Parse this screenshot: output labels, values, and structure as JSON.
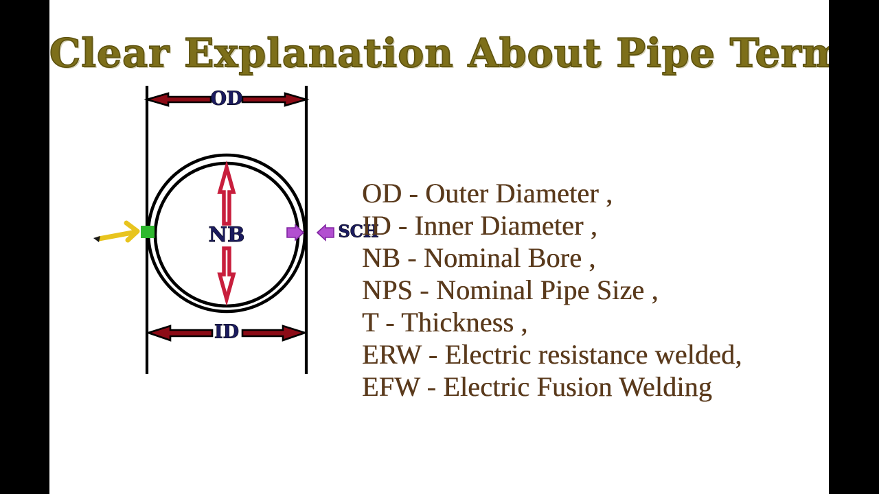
{
  "page": {
    "title": "Clear Explanation About Pipe Terms",
    "background_color": "#ffffff",
    "letterbox_color": "#000000",
    "title_color": "#7d6f1a"
  },
  "diagram": {
    "name": "pipe-cross-section-diagram",
    "colors": {
      "pipe_line": "#000000",
      "circle_outline": "#000000",
      "dimension_arrow_fill": "#8c0b16",
      "dimension_arrow_stroke": "#000000",
      "nb_arrow": "#c81e3c",
      "sch_arrow": "#9b30bb",
      "pointer_arrow": "#e8c41e",
      "wall_marker": "#2eb82e",
      "label_text": "#1b1b5e"
    },
    "labels": [
      {
        "id": "od",
        "text": "OD",
        "role": "outer-diameter-dimension"
      },
      {
        "id": "nb",
        "text": "NB",
        "role": "nominal-bore-dimension"
      },
      {
        "id": "sch",
        "text": "SCH",
        "role": "schedule-wall-thickness-callout"
      },
      {
        "id": "id",
        "text": "ID",
        "role": "inner-diameter-dimension"
      }
    ]
  },
  "legend": {
    "name": "pipe-terms-legend",
    "text_color": "#5a3a1c",
    "items": [
      {
        "abbr": "OD",
        "full": "Outer Diameter",
        "line": "OD - Outer Diameter ,"
      },
      {
        "abbr": "ID",
        "full": "Inner Diameter",
        "line": "ID - Inner Diameter ,"
      },
      {
        "abbr": "NB",
        "full": "Nominal Bore",
        "line": "NB - Nominal Bore ,"
      },
      {
        "abbr": "NPS",
        "full": "Nominal Pipe Size",
        "line": "NPS - Nominal Pipe Size ,"
      },
      {
        "abbr": "T",
        "full": "Thickness",
        "line": "T - Thickness ,"
      },
      {
        "abbr": "ERW",
        "full": "Electric resistance welded",
        "line": "ERW - Electric resistance welded,"
      },
      {
        "abbr": "EFW",
        "full": "Electric Fusion Welding",
        "line": "EFW - Electric Fusion Welding"
      }
    ]
  }
}
